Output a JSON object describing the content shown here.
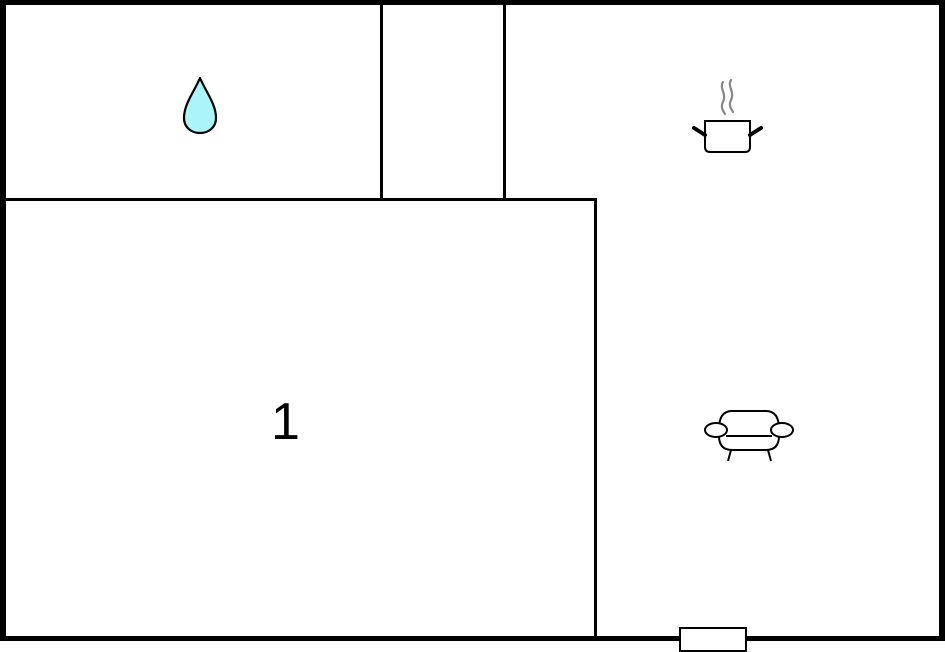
{
  "floorplan": {
    "rooms": [
      {
        "id": "bathroom",
        "icon": "water-drop-icon"
      },
      {
        "id": "hallway"
      },
      {
        "id": "bedroom",
        "label": "1"
      },
      {
        "id": "kitchen-living",
        "icons": [
          "cooking-pot-icon",
          "sofa-icon"
        ]
      }
    ],
    "openings": [
      {
        "type": "window",
        "wall": "bottom"
      }
    ]
  },
  "colors": {
    "wall": "#000000",
    "background": "#ffffff",
    "water": "#aaf4fa",
    "steam": "#888888"
  }
}
